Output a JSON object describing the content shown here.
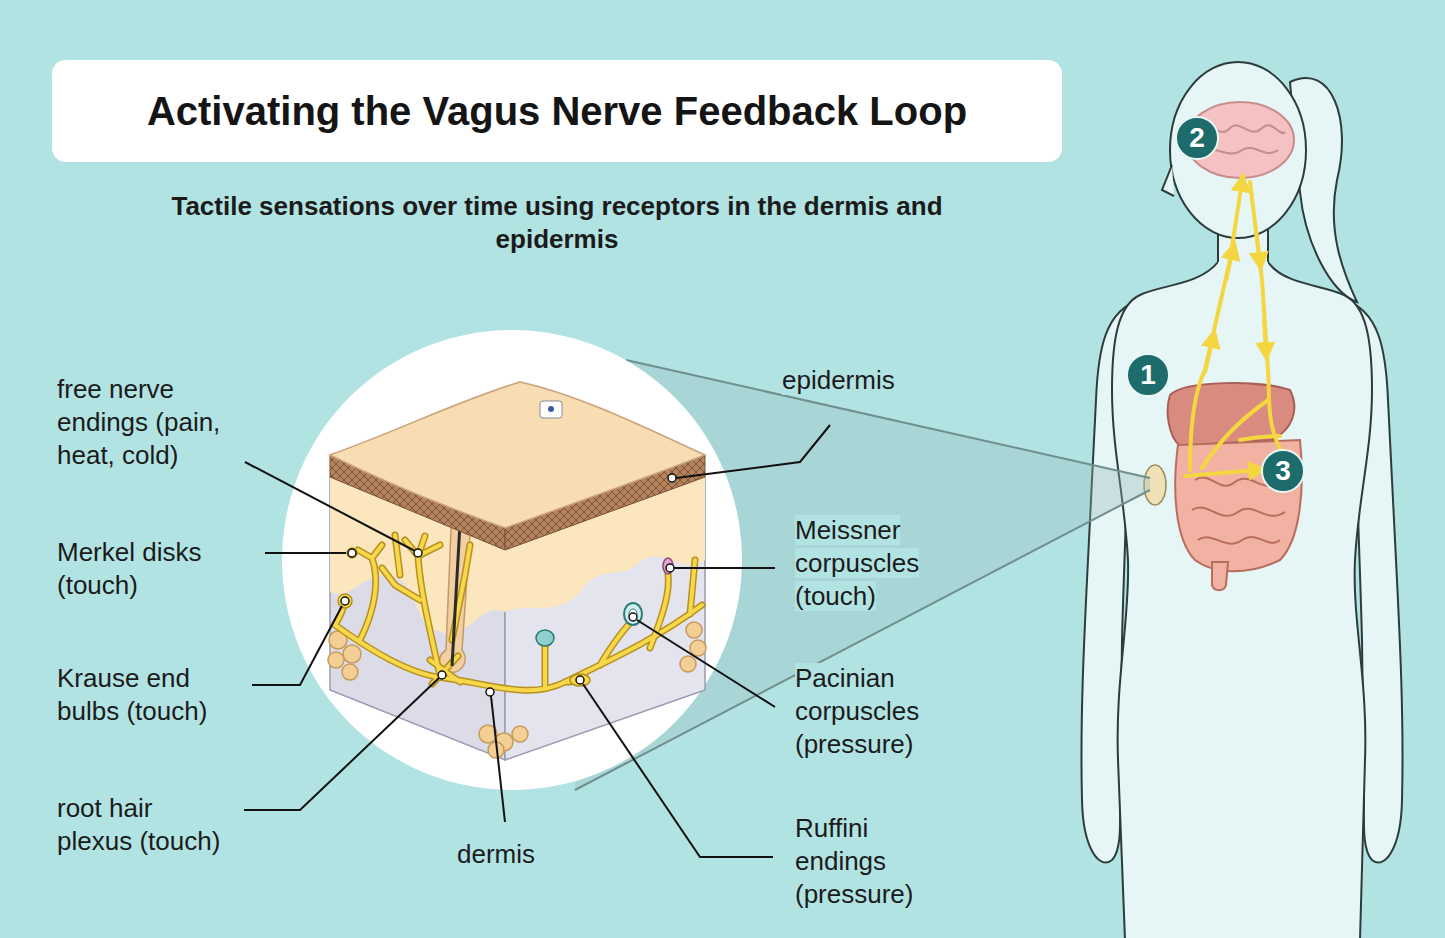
{
  "diagram": {
    "title": "Activating the Vagus Nerve Feedback Loop",
    "nodes": [
      {
        "text": [
          "2"
        ]
      },
      {
        "text": [
          "1"
        ]
      },
      {
        "text": [
          "3"
        ]
      }
    ],
    "labels": [
      "Tactile sensations over time using receptors in the dermis and epidermis",
      "free nerve endings (pain, heat, cold)",
      "epidermis",
      "Merkel disks (touch)",
      "Meissner corpuscles (touch)",
      "Krause end bulbs (touch)",
      "Pacinian corpuscles (pressure)",
      "root hair plexus (touch)",
      "dermis",
      "Ruffini endings (pressure)"
    ]
  }
}
